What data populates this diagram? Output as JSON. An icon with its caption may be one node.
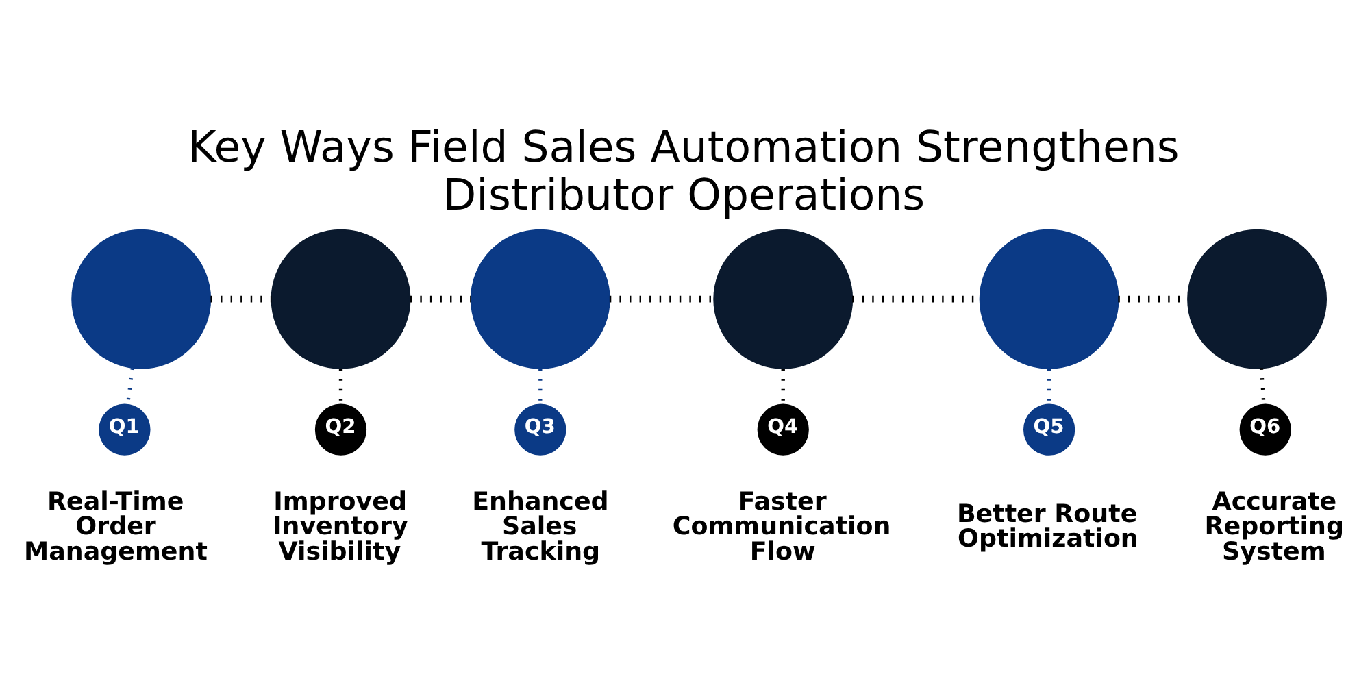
{
  "diagram": {
    "title": "Key Ways Field Sales Automation Strengthens Distributor Operations",
    "nodes": [
      {
        "text": [],
        "shape": "circle"
      },
      {
        "text": [
          "Q1"
        ],
        "beside": [
          "Real-Time Order Management"
        ]
      },
      {
        "text": [],
        "shape": "circle"
      },
      {
        "text": [
          "Q2"
        ],
        "beside": [
          "Improved Inventory Visibility"
        ]
      },
      {
        "text": [],
        "shape": "circle"
      },
      {
        "text": [
          "Q3"
        ],
        "beside": [
          "Enhanced Sales Tracking"
        ]
      },
      {
        "text": [],
        "shape": "circle"
      },
      {
        "text": [
          "Q4"
        ],
        "beside": [
          "Faster Communication Flow"
        ]
      },
      {
        "text": [],
        "shape": "circle"
      },
      {
        "text": [
          "Q5"
        ],
        "beside": [
          "Better Route Optimization"
        ]
      },
      {
        "text": [],
        "shape": "circle"
      },
      {
        "text": [
          "Q6"
        ],
        "beside": [
          "Accurate Reporting System"
        ]
      }
    ],
    "edges": [
      {
        "from": 0,
        "to": 2,
        "arrow": "none",
        "style": "dashed"
      },
      {
        "from": 2,
        "to": 4,
        "arrow": "none",
        "style": "dashed"
      },
      {
        "from": 4,
        "to": 6,
        "arrow": "none",
        "style": "dashed"
      },
      {
        "from": 6,
        "to": 8,
        "arrow": "none",
        "style": "dashed"
      },
      {
        "from": 8,
        "to": 10,
        "arrow": "none",
        "style": "dashed"
      },
      {
        "from": 0,
        "to": 1,
        "arrow": "none",
        "style": "dashed",
        "color": "#0b3a86"
      },
      {
        "from": 2,
        "to": 3,
        "arrow": "none",
        "style": "dashed"
      },
      {
        "from": 4,
        "to": 5,
        "arrow": "none",
        "style": "dashed",
        "color": "#0b3a86"
      },
      {
        "from": 6,
        "to": 7,
        "arrow": "none",
        "style": "dashed"
      },
      {
        "from": 8,
        "to": 9,
        "arrow": "none",
        "style": "dashed",
        "color": "#0b3a86"
      },
      {
        "from": 10,
        "to": 11,
        "arrow": "none",
        "style": "dashed"
      }
    ]
  }
}
